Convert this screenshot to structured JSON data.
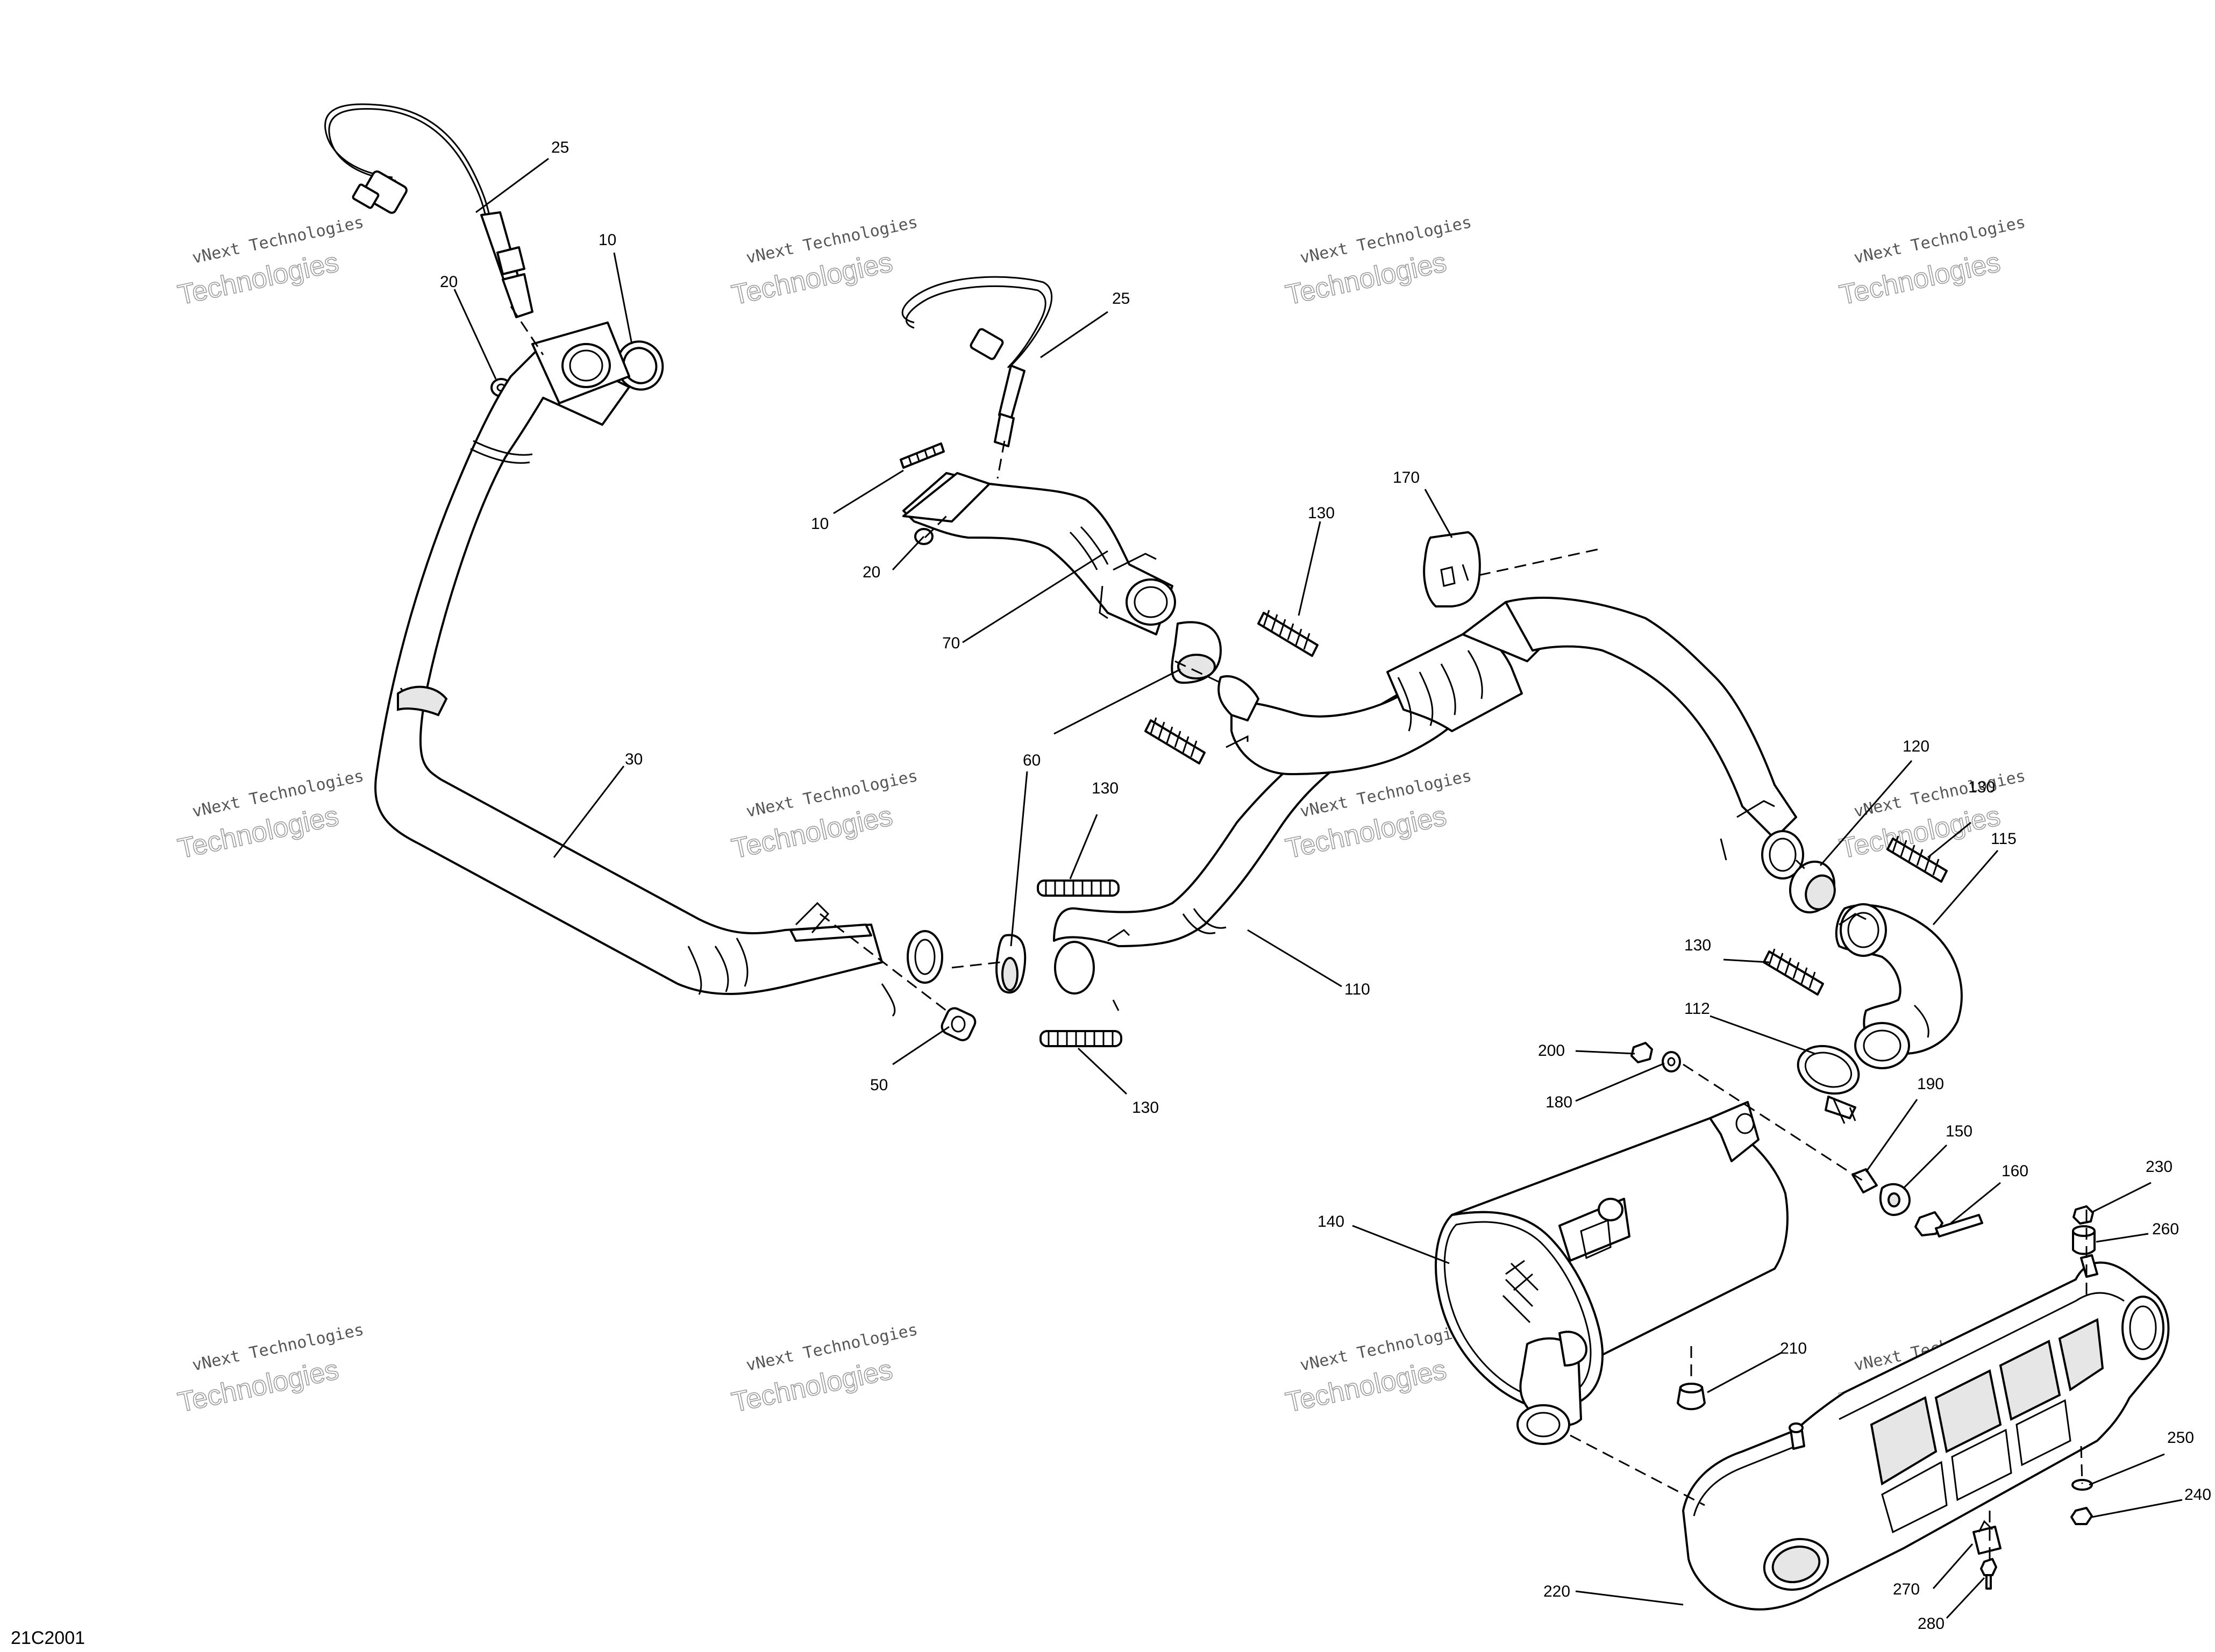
{
  "diagram_code": "21C2001",
  "watermark": {
    "line1": "vNext Technologies",
    "line2": "Technologies"
  },
  "callouts": {
    "c25a": "25",
    "c10a": "10",
    "c20a": "20",
    "c25b": "25",
    "c10b": "10",
    "c20b": "20",
    "c70": "70",
    "c30": "30",
    "c60": "60",
    "c50": "50",
    "c130a": "130",
    "c130b": "130",
    "c130c": "130",
    "c130d": "130",
    "c130e": "130",
    "c170": "170",
    "c110": "110",
    "c120": "120",
    "c115": "115",
    "c112": "112",
    "c200": "200",
    "c180": "180",
    "c190": "190",
    "c150": "150",
    "c160": "160",
    "c140": "140",
    "c210": "210",
    "c220": "220",
    "c230": "230",
    "c260": "260",
    "c250": "250",
    "c240": "240",
    "c270": "270",
    "c280": "280"
  }
}
